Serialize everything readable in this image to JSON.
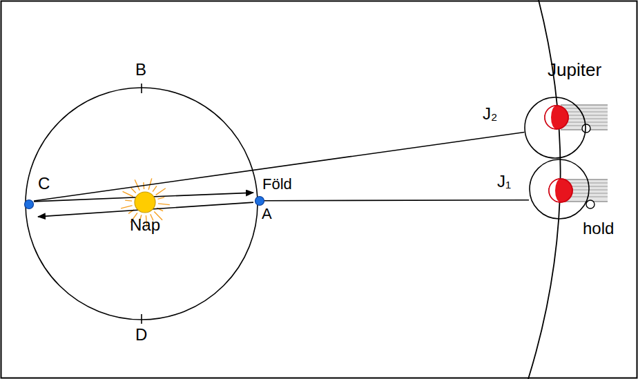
{
  "diagram": {
    "nodes": [
      {
        "text": [
          "C"
        ]
      },
      {
        "text": [
          "Föld",
          "A"
        ]
      },
      {
        "text": [
          "Nap"
        ]
      },
      {
        "text": [
          "J₂",
          "Jupiter"
        ]
      },
      {
        "text": [
          "J₁",
          "hold"
        ]
      }
    ],
    "edges": [
      {
        "from": 0,
        "to": 3,
        "arrow": "none"
      },
      {
        "from": 1,
        "to": 4,
        "arrow": "none"
      },
      {
        "from": 0,
        "to": 1,
        "arrow": "to"
      },
      {
        "from": 1,
        "to": 0,
        "arrow": "to"
      }
    ],
    "labels": [
      "B",
      "D"
    ]
  }
}
